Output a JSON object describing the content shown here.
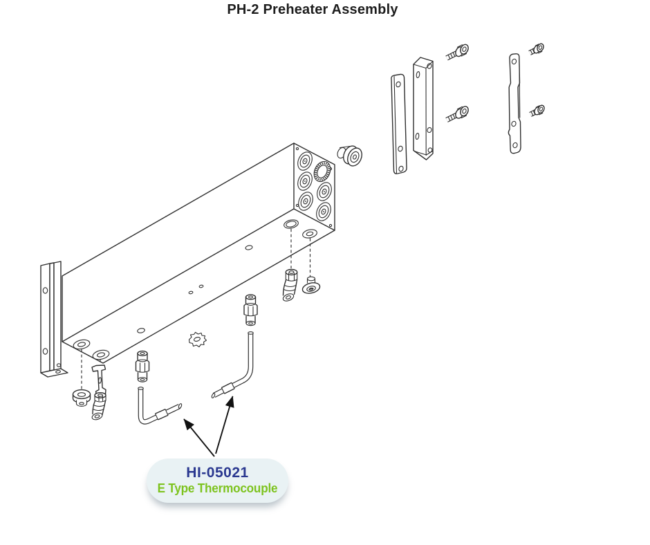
{
  "page": {
    "background": "#ffffff"
  },
  "title": {
    "text": "PH-2 Preheater Assembly",
    "color": "#1d1d1d"
  },
  "callout": {
    "part_number": "HI-05021",
    "part_name": "E Type Thermocouple",
    "bubble_color": "#e9f2f4",
    "part_number_color": "#2b3990",
    "part_name_color": "#7dc31e"
  },
  "diagram": {
    "line_color": "#2f2f2f",
    "arrow_color": "#111111",
    "type": "exploded-assembly-drawing",
    "parts": [
      "preheater-manifold-block",
      "left-end-mounting-bracket",
      "right-face-port-plugs",
      "knurled-port-opening",
      "exploded-port-cap",
      "flat-mounting-bar",
      "channel-mounting-bracket",
      "side-mounting-bar",
      "socket-head-screws",
      "button-head-screws",
      "bottom-ports",
      "sealing-grommet",
      "retainer-bracket",
      "elbow-fittings",
      "compression-fittings",
      "bottom-port-cap",
      "spring-clip",
      "e-type-thermocouple-probes"
    ]
  }
}
